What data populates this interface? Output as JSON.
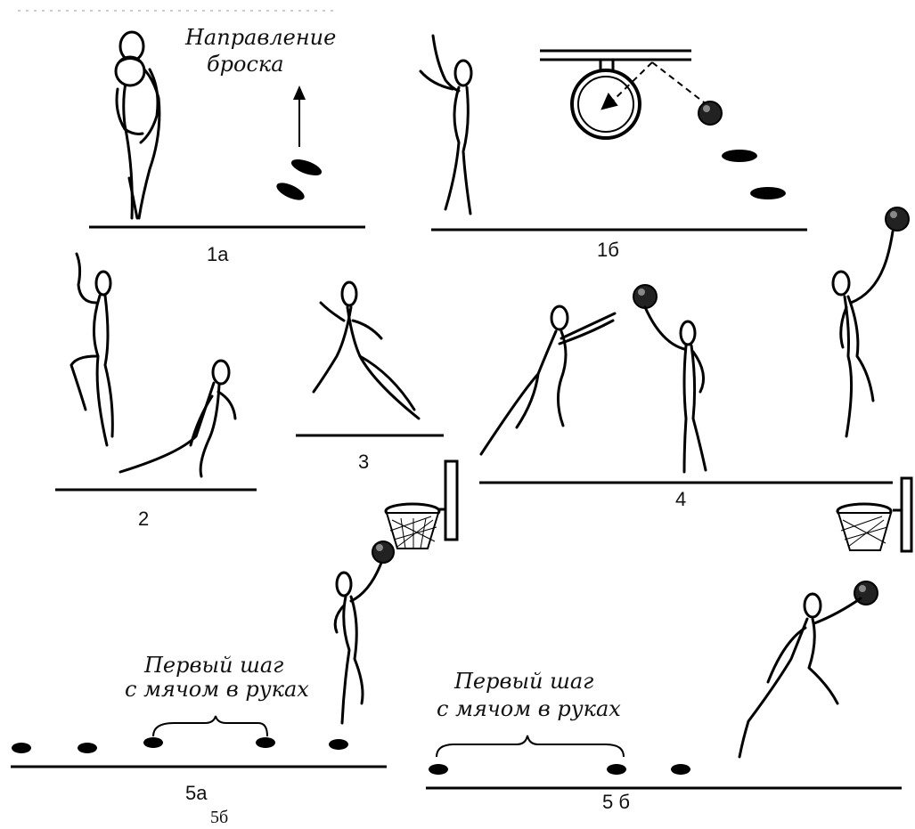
{
  "captions": {
    "throw_direction": [
      "Направление",
      "броска"
    ],
    "first_step_a": [
      "Первый шаг",
      "с мячом в руках"
    ],
    "first_step_b": [
      "Первый шаг",
      "с мячом в руках"
    ]
  },
  "labels": {
    "fig_1a": "1а",
    "fig_1b": "1б",
    "fig_2": "2",
    "fig_3": "3",
    "fig_4": "4",
    "fig_5a": "5а",
    "fig_5b_partial": "5 б",
    "fig_5b_bottom": "5б"
  }
}
